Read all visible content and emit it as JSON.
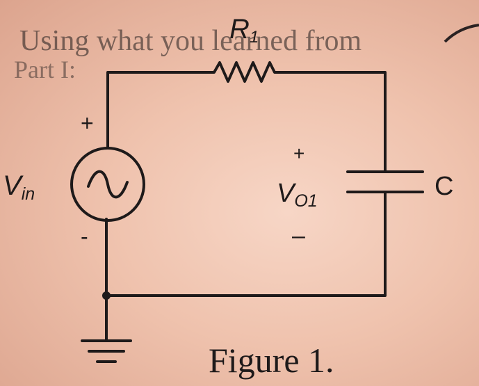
{
  "diagram": {
    "components": {
      "resistor": "R",
      "resistor_sub": "1",
      "capacitor": "C",
      "source": "V",
      "source_sub": "in",
      "output": "V",
      "output_sub": "O1"
    },
    "polarity": {
      "source_plus": "+",
      "source_minus": "-",
      "output_plus": "+",
      "output_minus": "–"
    },
    "caption": "Figure 1.",
    "bleed_through": {
      "line1": "Using what you learned from",
      "line2": "Part I:"
    }
  }
}
